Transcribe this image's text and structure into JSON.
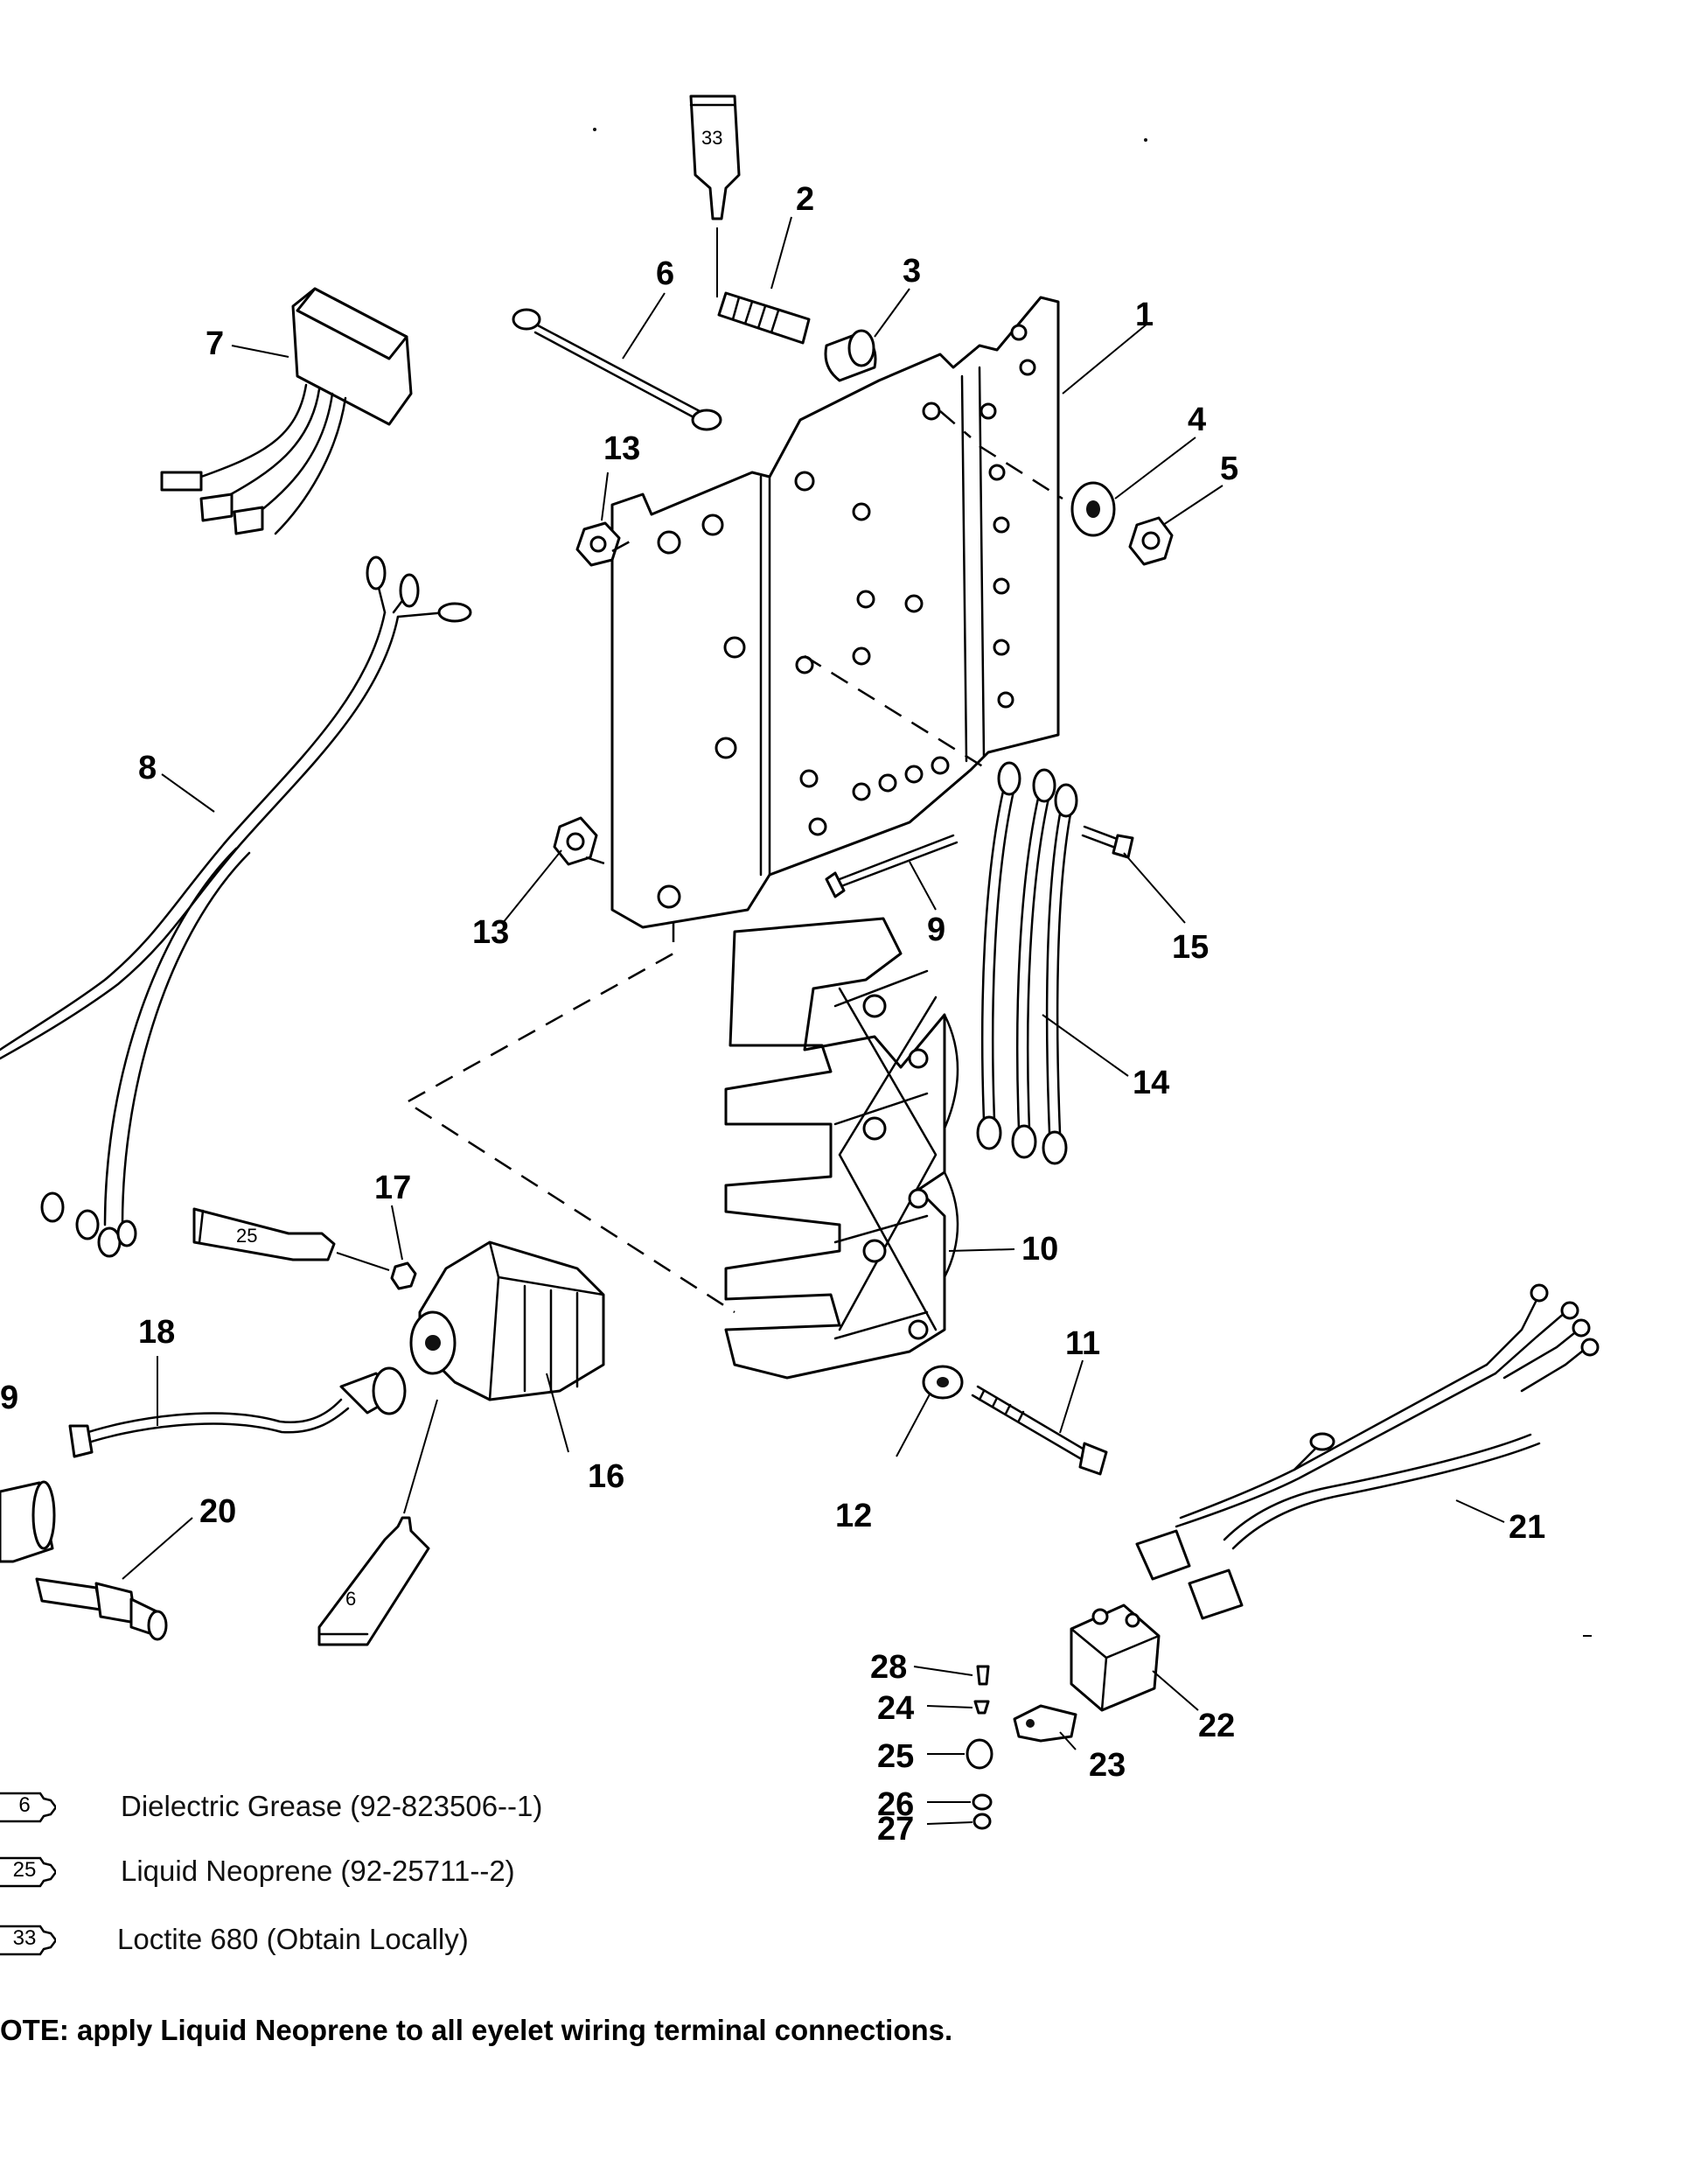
{
  "callouts": {
    "c1": "1",
    "c2": "2",
    "c3": "3",
    "c4": "4",
    "c5": "5",
    "c6": "6",
    "c7": "7",
    "c8": "8",
    "c9": "9",
    "c10": "10",
    "c11": "11",
    "c12": "12",
    "c13a": "13",
    "c13b": "13",
    "c14": "14",
    "c15": "15",
    "c16": "16",
    "c17": "17",
    "c18": "18",
    "c19": "9",
    "c20": "20",
    "c21": "21",
    "c22": "22",
    "c23": "23",
    "c24": "24",
    "c25": "25",
    "c26": "26",
    "c27": "27",
    "c28": "28"
  },
  "tube_labels": {
    "t33": "33",
    "t25": "25",
    "t6": "6"
  },
  "legend": [
    {
      "code": "6",
      "text": "Dielectric Grease (92-823506--1)"
    },
    {
      "code": "25",
      "text": "Liquid Neoprene (92-25711--2)"
    },
    {
      "code": "33",
      "text": "Loctite 680 (Obtain Locally)"
    }
  ],
  "note": "OTE: apply Liquid Neoprene to all eyelet wiring terminal connections."
}
